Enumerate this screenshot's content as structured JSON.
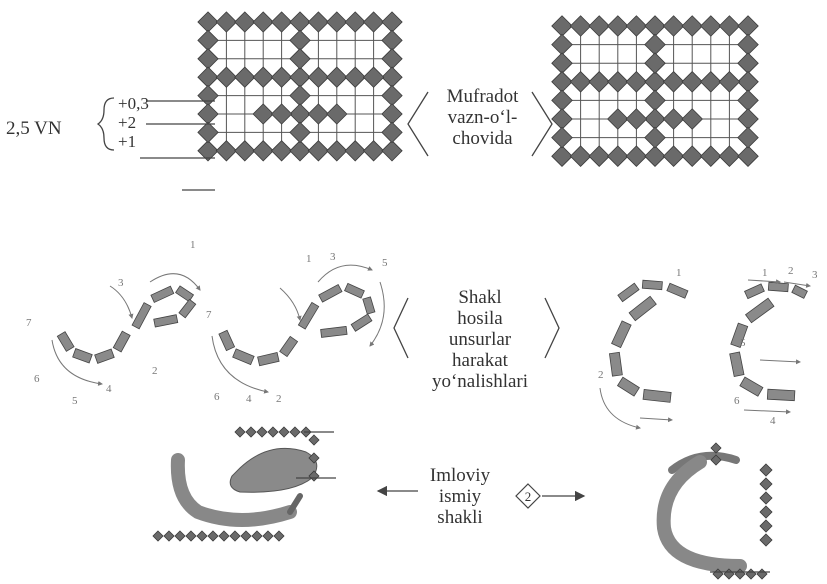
{
  "scale": {
    "label": "2,5 VN",
    "values": [
      "+0,3",
      "+2",
      "+1"
    ]
  },
  "labels": {
    "grid": [
      "Mufradot",
      "vazn-o‘l-",
      "chovida"
    ],
    "motion": [
      "Shakl",
      "hosila",
      "unsurlar",
      "harakat",
      "yo‘nalishlari"
    ],
    "isolated": [
      "Imloviy",
      "ismiy",
      "shakli"
    ],
    "badge": "2"
  },
  "stroke_numbers": {
    "sad": [
      "1",
      "2",
      "3",
      "4",
      "5",
      "6",
      "7"
    ],
    "sad_compound": [
      "1",
      "2",
      "3",
      "4",
      "5",
      "6",
      "7"
    ],
    "jim": [
      "1",
      "2"
    ],
    "jim_compound": [
      "1",
      "2",
      "3",
      "4",
      "5",
      "6"
    ]
  },
  "colors": {
    "diamond": "#6a6a6a",
    "grid_line": "#555555",
    "stroke_fill": "#8a8a8a",
    "text": "#333333"
  }
}
